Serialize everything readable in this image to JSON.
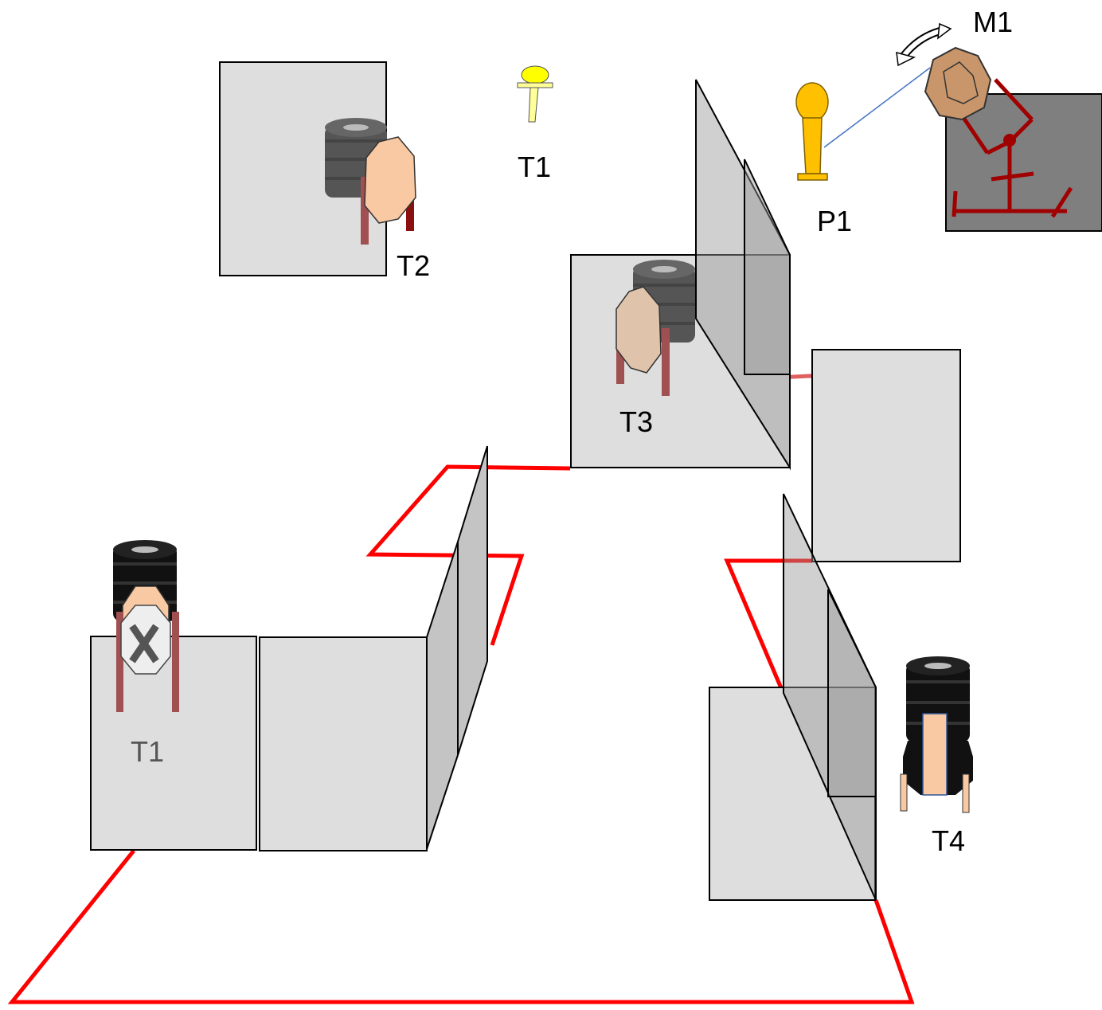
{
  "labels": {
    "t1_top": "T1",
    "t1_bottom": "T1",
    "t2": "T2",
    "t3": "T3",
    "t4": "T4",
    "p1": "P1",
    "m1": "M1"
  },
  "colors": {
    "route": "#ff0000",
    "panel": "#dedede",
    "target_face": "#f9c9a3",
    "post": "#a05050",
    "popper": "#ffc000",
    "mover_base": "#7f7f7f",
    "mover_frame": "#a00000"
  },
  "icons": {
    "rotation": "curved-double-arrow-icon",
    "neutralized": "x-mark-icon"
  }
}
